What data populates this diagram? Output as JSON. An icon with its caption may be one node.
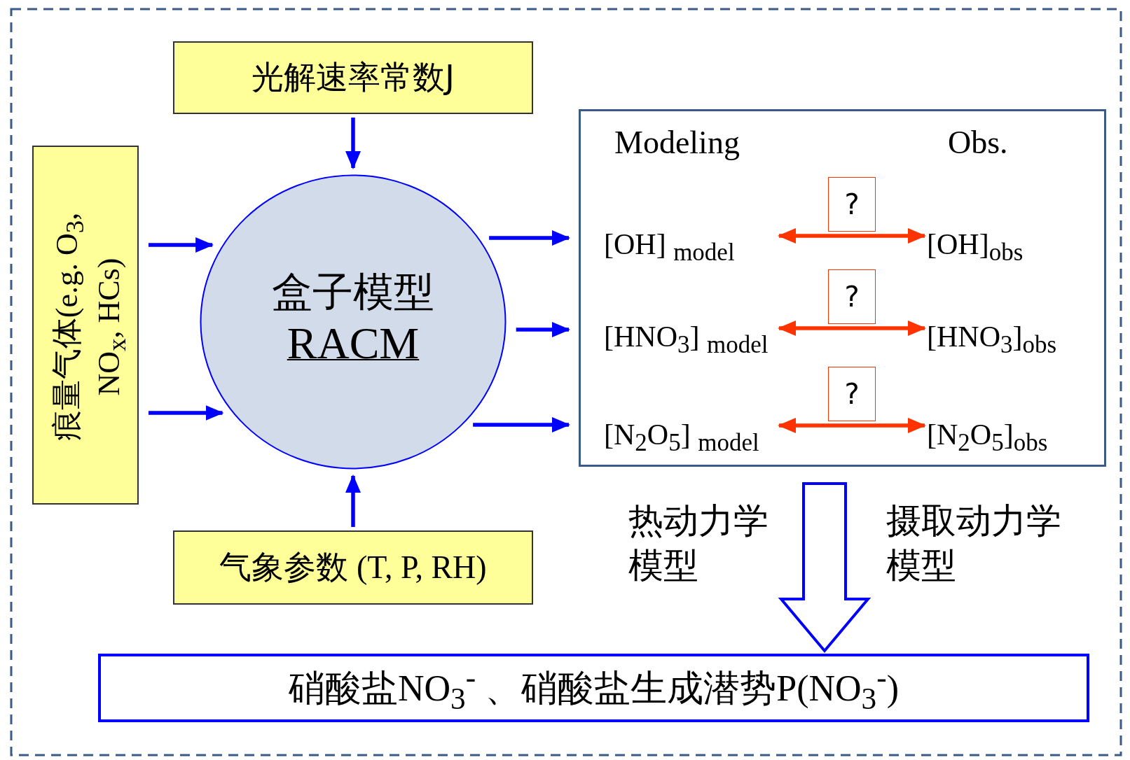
{
  "diagram": {
    "nodes": [
      {
        "text": [
          "光解速率常数J"
        ]
      },
      {
        "text": [
          "痕量气体(e.g. O$_{3}$, NO$_{x}$, HCs)"
        ]
      },
      {
        "text": [
          "盒子模型",
          "RACM"
        ]
      },
      {
        "text": [
          "气象参数 (T, P, RH)"
        ]
      },
      {
        "text": [
          "Modeling",
          "Obs."
        ]
      },
      {
        "text": [
          "[OH] $_{model}$"
        ],
        "in": 4
      },
      {
        "text": [
          "[OH]$_{obs}$"
        ],
        "in": 4
      },
      {
        "text": [
          "[HNO$_{3}$] $_{model}$"
        ],
        "in": 4
      },
      {
        "text": [
          "[HNO$_{3}$]$_{obs}$"
        ],
        "in": 4
      },
      {
        "text": [
          "[N$_{2}$O$_{5}$] $_{model}$"
        ],
        "in": 4
      },
      {
        "text": [
          "[N$_{2}$O$_{5}$]$_{obs}$"
        ],
        "in": 4
      },
      {
        "text": [
          "硝酸盐NO$_{3}$$^{-}$ 、硝酸盐生成潜势P(NO$_{3}$$^{-}$)"
        ]
      }
    ],
    "edges": [
      {
        "from": 0,
        "to": 2,
        "arrow": "to"
      },
      {
        "from": 1,
        "to": 2,
        "arrow": "to"
      },
      {
        "from": 1,
        "to": 2,
        "arrow": "to"
      },
      {
        "from": 3,
        "to": 2,
        "arrow": "to"
      },
      {
        "from": 2,
        "to": 4,
        "arrow": "to"
      },
      {
        "from": 2,
        "to": 4,
        "arrow": "to"
      },
      {
        "from": 2,
        "to": 4,
        "arrow": "to"
      },
      {
        "from": 5,
        "to": 6,
        "arrow": "both",
        "label": "?",
        "color": "#ff3300"
      },
      {
        "from": 7,
        "to": 8,
        "arrow": "both",
        "label": "?",
        "color": "#ff3300"
      },
      {
        "from": 9,
        "to": 10,
        "arrow": "both",
        "label": "?",
        "color": "#ff3300"
      },
      {
        "from": 4,
        "to": 11,
        "arrow": "to",
        "style": "thick"
      }
    ],
    "labels": [
      "热动力学模型",
      "摄取动力学模型"
    ]
  }
}
